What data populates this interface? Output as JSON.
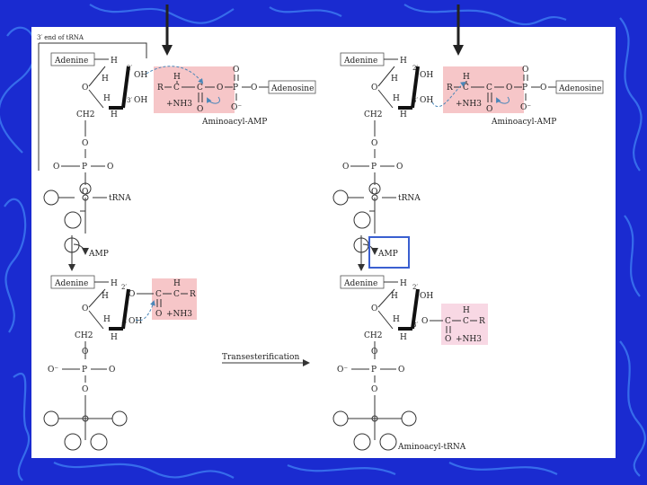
{
  "labels": {
    "end_of_trna": "3′ end of tRNA",
    "adenine": "Adenine",
    "aminoacyl_amp": "Aminoacyl-AMP",
    "adenosine": "Adenosine",
    "trna": "tRNA",
    "amp": "AMP",
    "transesterification": "Transesterification",
    "aminoacyl_trna": "Aminoacyl-tRNA",
    "h": "H",
    "oh": "OH",
    "o": "O",
    "p": "P",
    "c": "C",
    "r": "R",
    "ch2": "CH2",
    "o_minus": "O⁻",
    "nh3": "+NH3",
    "prime2": "2′",
    "prime3": "3′"
  },
  "colors": {
    "background": "#1a2bd0",
    "swirl": "#3c78f0",
    "highlight_red": "#f6c6c8",
    "highlight_pink": "#f8d8e4",
    "amp_box_border": "#3a5fd0",
    "arrow": "#333333"
  }
}
